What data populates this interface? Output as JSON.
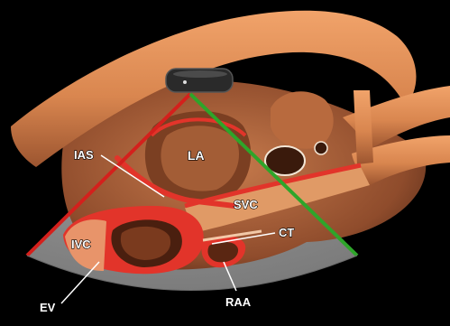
{
  "labels": {
    "ias": "IAS",
    "la": "LA",
    "svc": "SVC",
    "ct": "CT",
    "ivc": "IVC",
    "raa": "RAA",
    "ev": "EV"
  },
  "colors": {
    "background": "#000000",
    "tissue": "#d9864f",
    "tissue_dark": "#8a4a2a",
    "cut_surface": "#e2342a",
    "sector": "#9a9a9a",
    "sector_left_edge": "#d4201c",
    "sector_right_edge": "#2ea52a",
    "probe": "#2a2a2a",
    "label": "#ffffff"
  },
  "icons": {
    "probe": "ultrasound-probe-icon"
  }
}
